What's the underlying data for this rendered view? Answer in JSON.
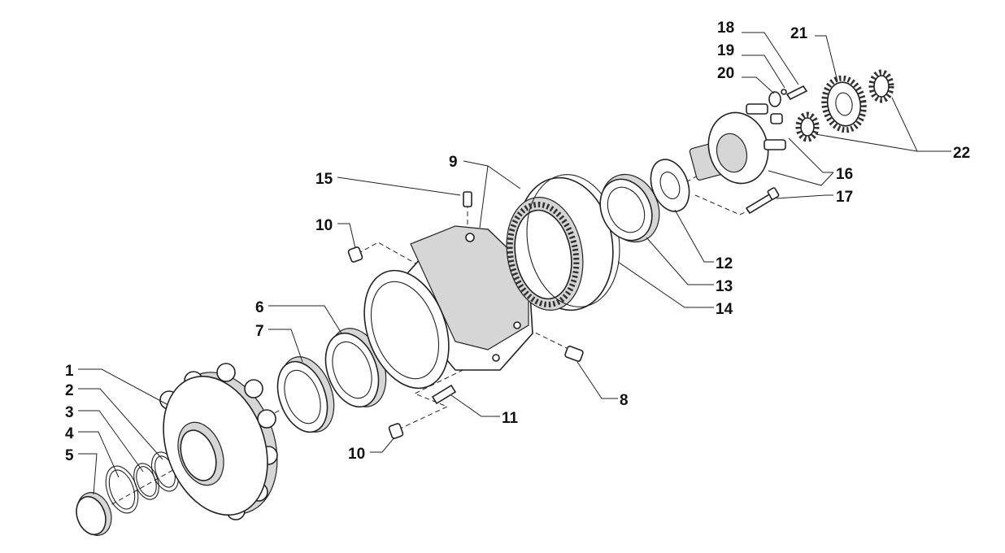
{
  "labels": {
    "n1": "1",
    "n2": "2",
    "n3": "3",
    "n4": "4",
    "n5": "5",
    "n6": "6",
    "n7": "7",
    "n8": "8",
    "n9": "9",
    "n10a": "10",
    "n10b": "10",
    "n11": "11",
    "n12": "12",
    "n13": "13",
    "n14": "14",
    "n15": "15",
    "n16": "16",
    "n17": "17",
    "n18": "18",
    "n19": "19",
    "n20": "20",
    "n21": "21",
    "n22": "22"
  }
}
